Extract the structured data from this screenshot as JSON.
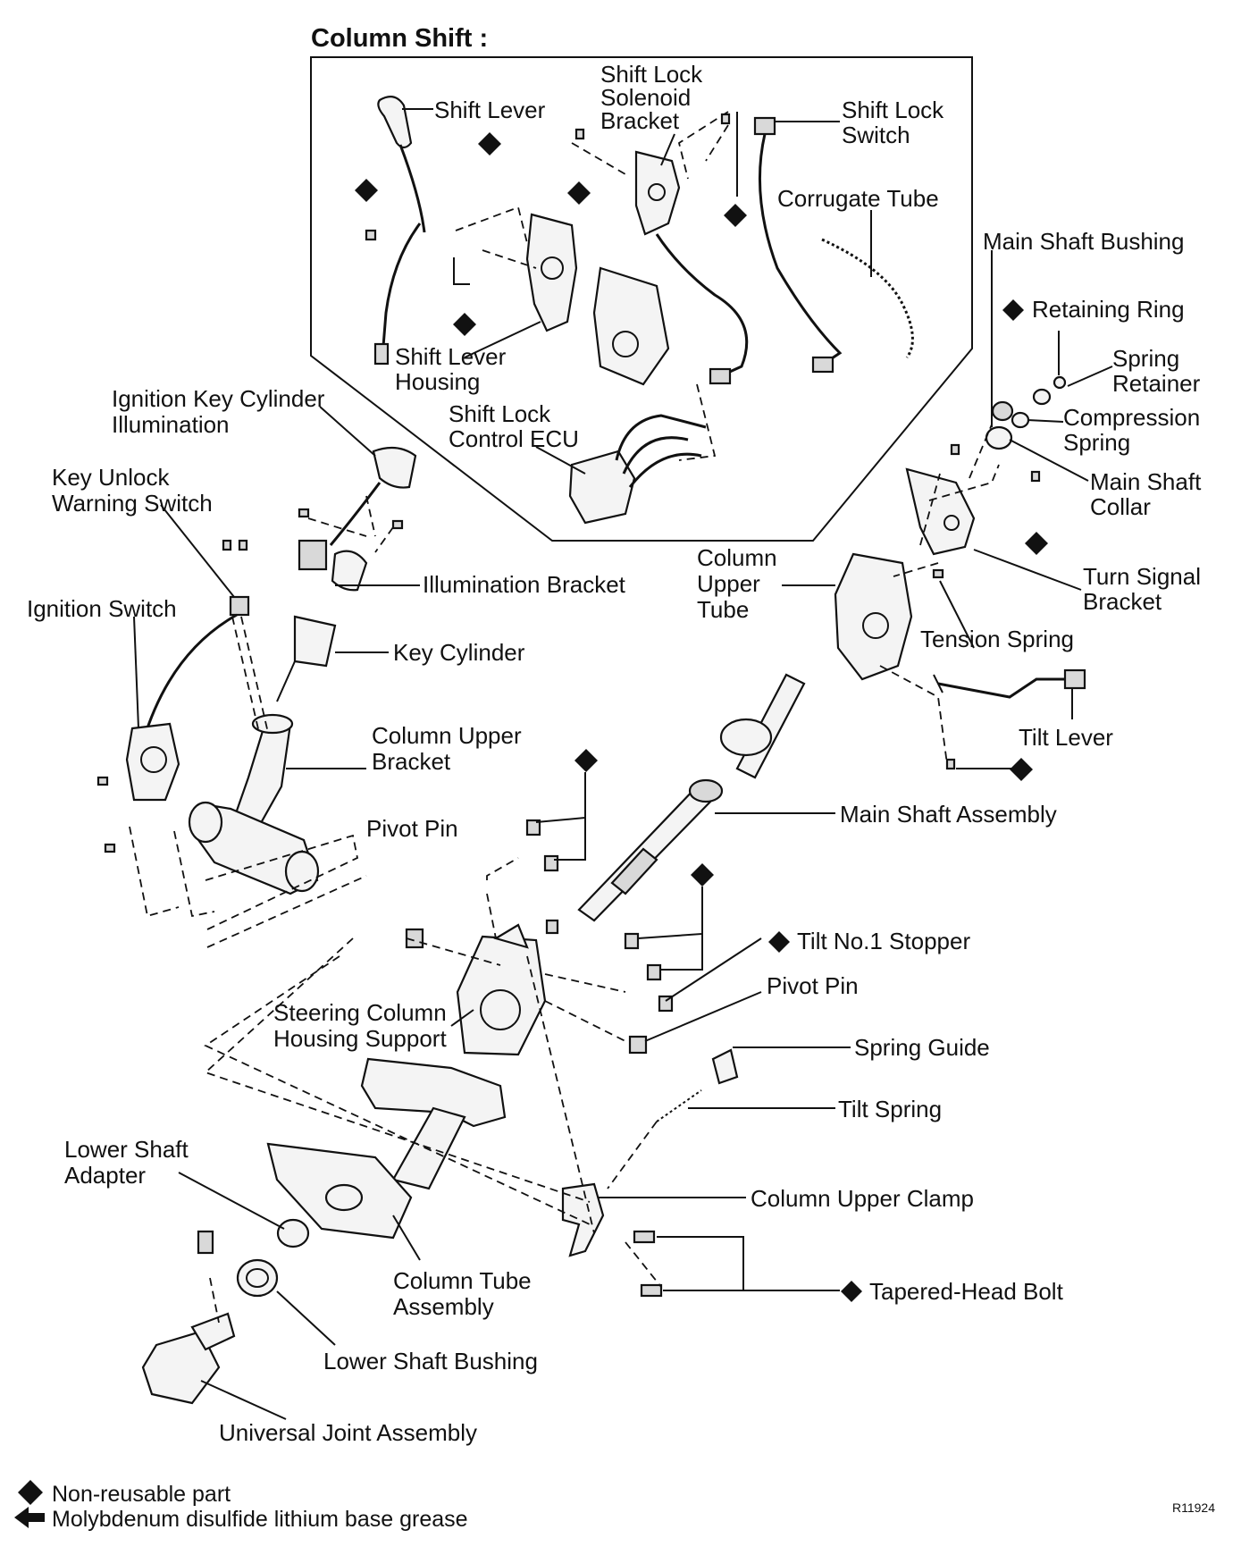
{
  "title": "Column Shift :",
  "labels": {
    "shift_lever": "Shift Lever",
    "shift_lock_solenoid_bracket_1": "Shift Lock",
    "shift_lock_solenoid_bracket_2": "Solenoid",
    "shift_lock_solenoid_bracket_3": "Bracket",
    "shift_lock_switch_1": "Shift Lock",
    "shift_lock_switch_2": "Switch",
    "corrugate_tube": "Corrugate Tube",
    "shift_lever_housing_1": "Shift Lever",
    "shift_lever_housing_2": "Housing",
    "shift_lock_control_ecu_1": "Shift Lock",
    "shift_lock_control_ecu_2": "Control ECU",
    "main_shaft_bushing": "Main Shaft Bushing",
    "retaining_ring": "Retaining Ring",
    "spring_retainer_1": "Spring",
    "spring_retainer_2": "Retainer",
    "compression_spring_1": "Compression",
    "compression_spring_2": "Spring",
    "main_shaft_collar_1": "Main Shaft",
    "main_shaft_collar_2": "Collar",
    "turn_signal_bracket_1": "Turn Signal",
    "turn_signal_bracket_2": "Bracket",
    "column_upper_tube_1": "Column",
    "column_upper_tube_2": "Upper",
    "column_upper_tube_3": "Tube",
    "tension_spring": "Tension Spring",
    "tilt_lever": "Tilt Lever",
    "ignition_key_cylinder_illumination_1": "Ignition Key Cylinder",
    "ignition_key_cylinder_illumination_2": "Illumination",
    "key_unlock_warning_switch_1": "Key Unlock",
    "key_unlock_warning_switch_2": "Warning Switch",
    "illumination_bracket": "Illumination Bracket",
    "ignition_switch": "Ignition Switch",
    "key_cylinder": "Key Cylinder",
    "column_upper_bracket_1": "Column Upper",
    "column_upper_bracket_2": "Bracket",
    "main_shaft_assembly": "Main Shaft Assembly",
    "pivot_pin_left": "Pivot Pin",
    "tilt_no1_stopper": "Tilt No.1 Stopper",
    "pivot_pin_right": "Pivot Pin",
    "steering_column_housing_support_1": "Steering Column",
    "steering_column_housing_support_2": "Housing Support",
    "spring_guide": "Spring Guide",
    "tilt_spring": "Tilt Spring",
    "lower_shaft_adapter_1": "Lower Shaft",
    "lower_shaft_adapter_2": "Adapter",
    "column_upper_clamp": "Column Upper Clamp",
    "tapered_head_bolt": "Tapered-Head Bolt",
    "column_tube_assembly_1": "Column Tube",
    "column_tube_assembly_2": "Assembly",
    "lower_shaft_bushing": "Lower Shaft Bushing",
    "universal_joint_assembly": "Universal Joint Assembly"
  },
  "legend": {
    "non_reusable": "Non-reusable part",
    "grease": "Molybdenum disulfide lithium base grease"
  },
  "figure_code": "R11924"
}
